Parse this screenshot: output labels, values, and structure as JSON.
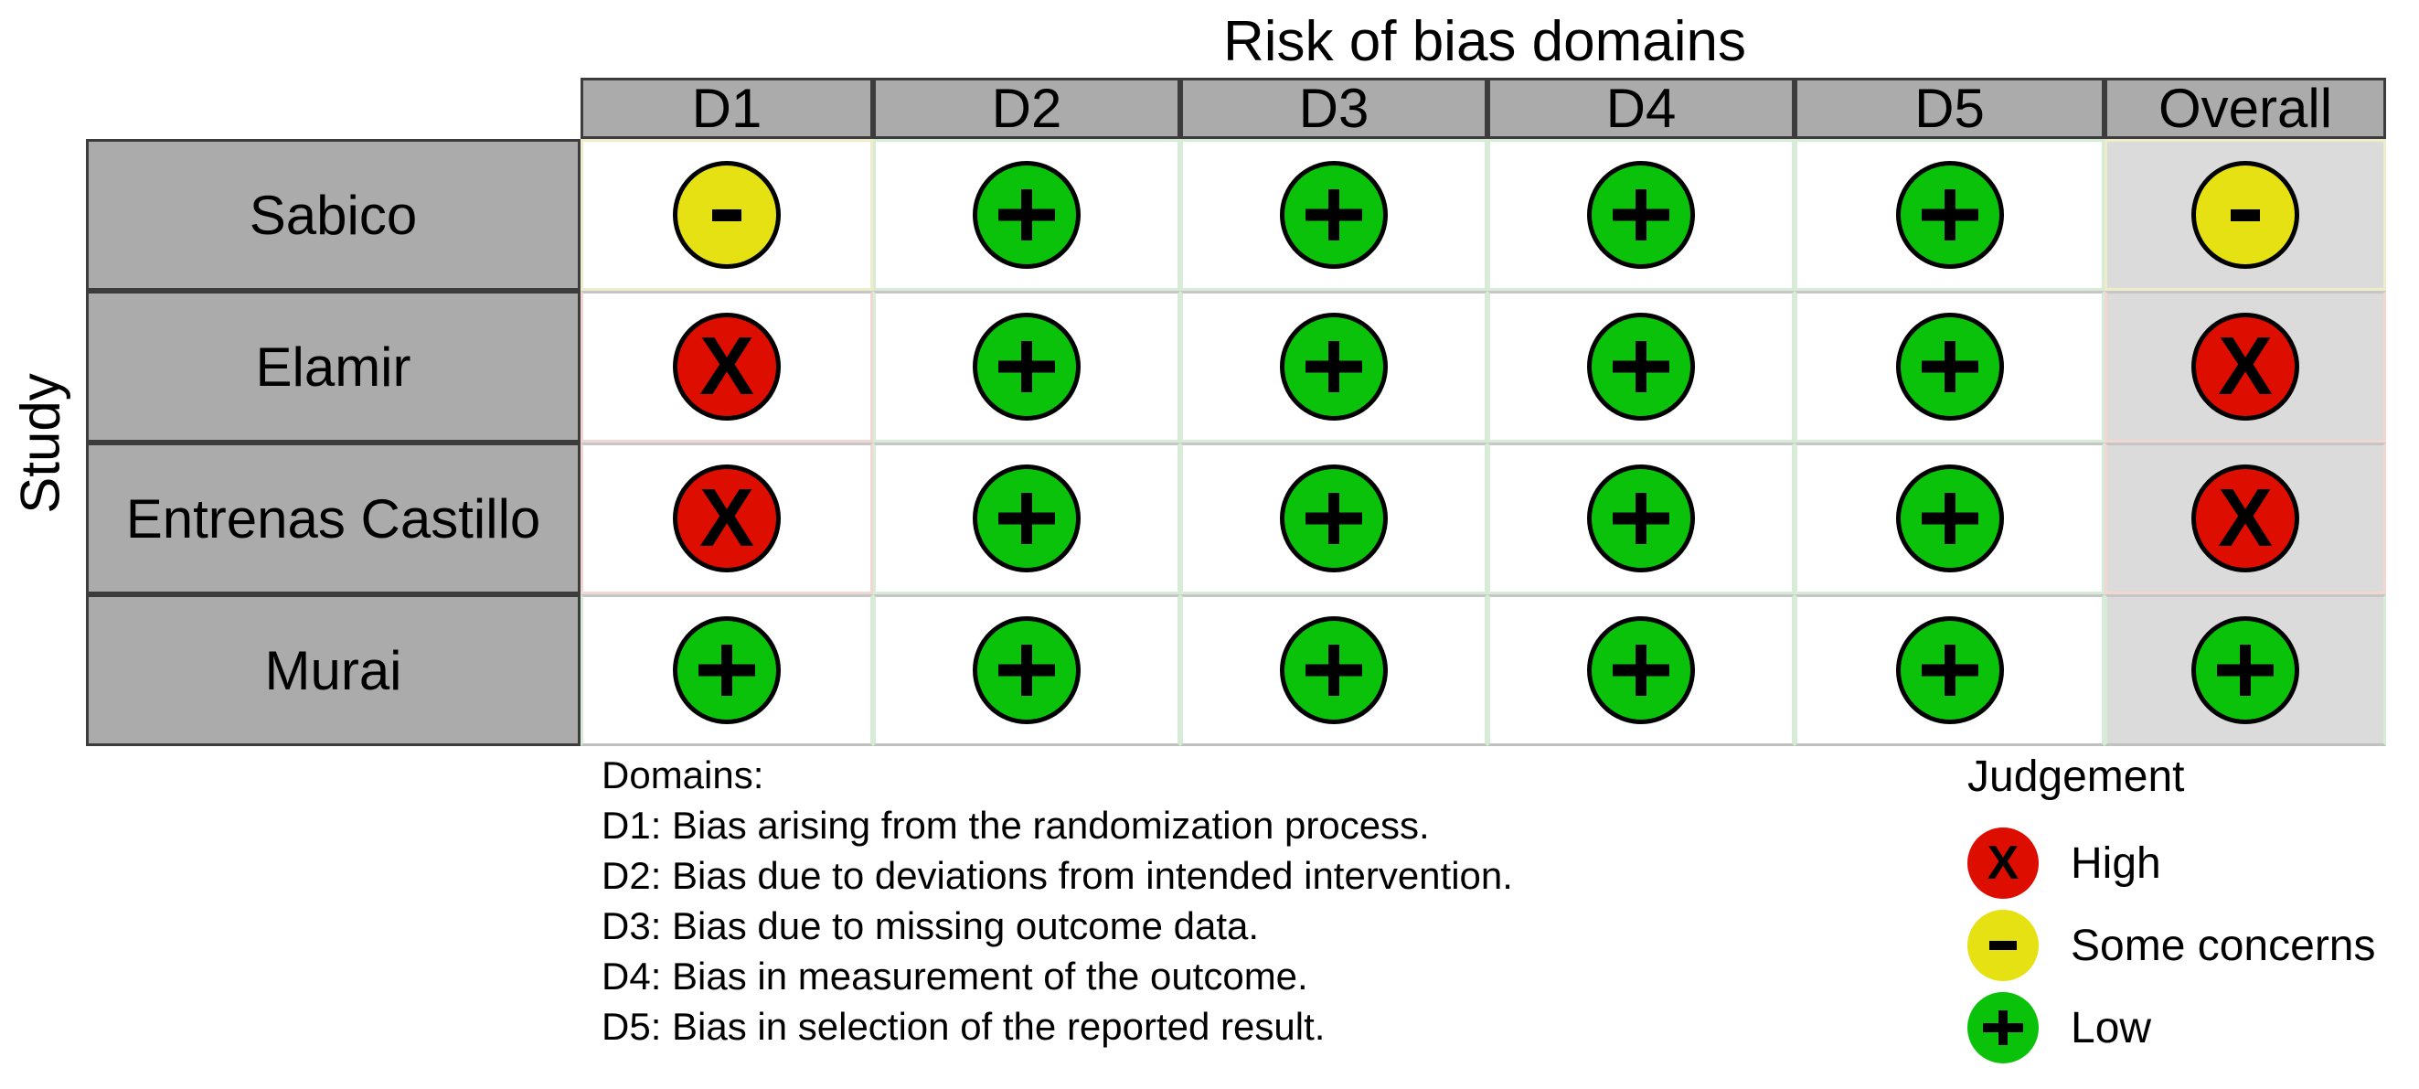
{
  "title": "Risk of bias domains",
  "y_axis_label": "Study",
  "chart_data": {
    "type": "heatmap",
    "title": "Risk of bias domains",
    "y_axis_label": "Study",
    "x_categories": [
      "D1",
      "D2",
      "D3",
      "D4",
      "D5",
      "Overall"
    ],
    "y_categories": [
      "Sabico",
      "Elamir",
      "Entrenas Castillo",
      "Murai"
    ],
    "values": [
      [
        "some concerns",
        "low",
        "low",
        "low",
        "low",
        "some concerns"
      ],
      [
        "high",
        "low",
        "low",
        "low",
        "low",
        "high"
      ],
      [
        "high",
        "low",
        "low",
        "low",
        "low",
        "high"
      ],
      [
        "low",
        "low",
        "low",
        "low",
        "low",
        "low"
      ]
    ],
    "symbols": {
      "high": "X",
      "some concerns": "-",
      "low": "+"
    },
    "colors": {
      "high": "#dd0d00",
      "some concerns": "#e6e112",
      "low": "#0bc20b"
    },
    "tints": {
      "high": "#f2d6d1",
      "some concerns": "#efecc9",
      "low": "#d7ecd7"
    },
    "legend_position": "bottom-right",
    "grid": "on"
  },
  "domains_note": {
    "heading": "Domains:",
    "lines": [
      "D1: Bias arising from the randomization process.",
      "D2: Bias due to deviations from intended intervention.",
      "D3: Bias due to missing outcome data.",
      "D4: Bias in measurement of the outcome.",
      "D5: Bias in selection of the reported result."
    ]
  },
  "legend": {
    "title": "Judgement",
    "items": [
      {
        "label": "High",
        "judgement": "high",
        "symbol": "X",
        "color": "#dd0d00"
      },
      {
        "label": "Some concerns",
        "judgement": "some concerns",
        "symbol": "-",
        "color": "#e6e112"
      },
      {
        "label": "Low",
        "judgement": "low",
        "symbol": "+",
        "color": "#0bc20b"
      }
    ]
  },
  "style_colors": {
    "header_fill": "#ababab",
    "overall_column_fill": "#dbdbdb",
    "cell_fill": "#ffffff",
    "box_border": "#3c3c3c",
    "row_separator": "#c6c6c6",
    "table_bottom_border": "#c0c0c0",
    "icon_outline": "#000000"
  }
}
